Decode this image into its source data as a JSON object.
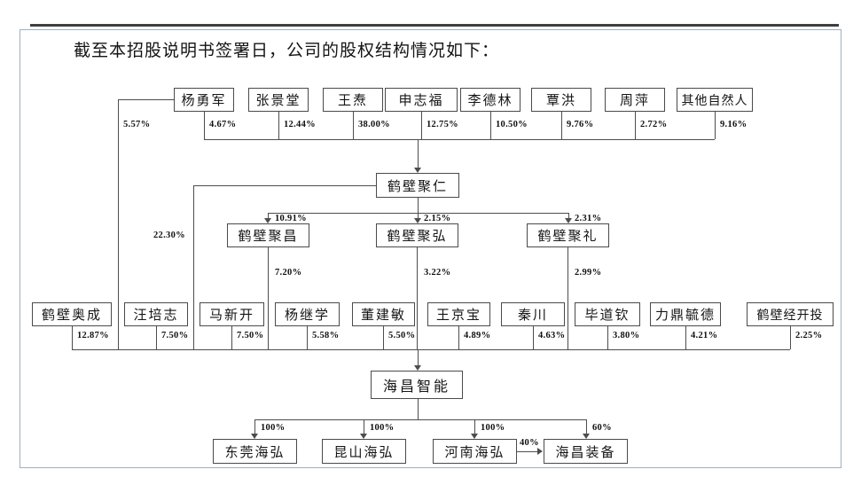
{
  "page": {
    "title": "截至本招股说明书签署日，公司的股权结构情况如下："
  },
  "level1": {
    "shareholders": [
      {
        "name": "杨勇军",
        "pct": "4.67%"
      },
      {
        "name": "张景堂",
        "pct": "12.44%"
      },
      {
        "name": "王焘",
        "pct": "38.00%"
      },
      {
        "name": "申志福",
        "pct": "12.75%"
      },
      {
        "name": "李德林",
        "pct": "10.50%"
      },
      {
        "name": "覃洪",
        "pct": "9.76%"
      },
      {
        "name": "周萍",
        "pct": "2.72%"
      },
      {
        "name": "其他自然人",
        "pct": "9.16%"
      }
    ],
    "yang_direct_pct": "5.57%"
  },
  "level2": {
    "holding": {
      "name": "鹤壁聚仁",
      "direct_pct": "22.30%"
    },
    "partnerships": [
      {
        "name": "鹤壁聚昌",
        "stake_from_holding": "10.91%",
        "stake_in_company": "7.20%"
      },
      {
        "name": "鹤壁聚弘",
        "stake_from_holding": "2.15%",
        "stake_in_company": "3.22%"
      },
      {
        "name": "鹤壁聚礼",
        "stake_from_holding": "2.31%",
        "stake_in_company": "2.99%"
      }
    ]
  },
  "level3": {
    "shareholders": [
      {
        "name": "鹤壁奥成",
        "pct": "12.87%"
      },
      {
        "name": "汪培志",
        "pct": "7.50%"
      },
      {
        "name": "马新开",
        "pct": "7.50%"
      },
      {
        "name": "杨继学",
        "pct": "5.58%"
      },
      {
        "name": "董建敏",
        "pct": "5.50%"
      },
      {
        "name": "王京宝",
        "pct": "4.89%"
      },
      {
        "name": "秦川",
        "pct": "4.63%"
      },
      {
        "name": "毕道钦",
        "pct": "3.80%"
      },
      {
        "name": "力鼎毓德",
        "pct": "4.21%"
      },
      {
        "name": "鹤壁经开投",
        "pct": "2.25%"
      }
    ]
  },
  "company": {
    "name": "海昌智能"
  },
  "subsidiaries": [
    {
      "name": "东莞海弘",
      "pct": "100%"
    },
    {
      "name": "昆山海弘",
      "pct": "100%"
    },
    {
      "name": "河南海弘",
      "pct": "100%"
    },
    {
      "name": "海昌装备",
      "pct": "60%"
    }
  ],
  "cross_holding": {
    "from": "河南海弘",
    "to": "海昌装备",
    "pct": "40%"
  },
  "colors": {
    "line": "#4d4d4d",
    "box_border": "#4a4a4a",
    "frame_border": "#9db1bf",
    "top_rule": "#3f3f3f"
  }
}
